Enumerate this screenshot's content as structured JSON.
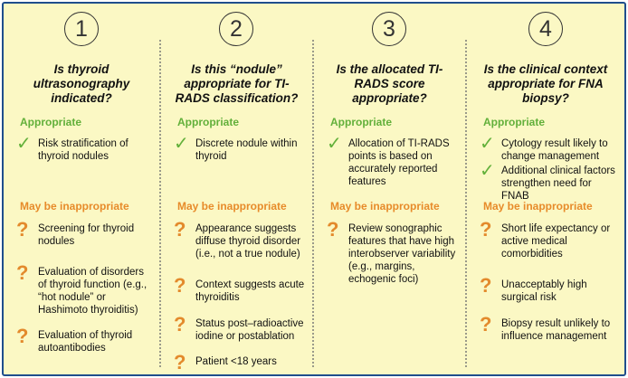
{
  "steps": [
    {
      "num": "1",
      "question": "Is thyroid ultrasonography indicated?",
      "appropriate_label": "Appropriate",
      "appropriate": [
        "Risk stratification of thyroid nodules"
      ],
      "inappropriate_label": "May be inappropriate",
      "inappropriate": [
        "Screening for thyroid nodules",
        "Evaluation of disorders of thyroid function (e.g., “hot nodule” or Hashimoto thyroiditis)",
        "Evaluation of thyroid autoantibodies"
      ]
    },
    {
      "num": "2",
      "question": "Is this “nodule” appropriate for TI-RADS classification?",
      "appropriate_label": "Appropriate",
      "appropriate": [
        "Discrete nodule within thyroid"
      ],
      "inappropriate_label": "May be inappropriate",
      "inappropriate": [
        "Appearance suggests diffuse thyroid disorder (i.e., not a true nodule)",
        "Context suggests acute thyroiditis",
        "Status post–radioactive iodine or postablation",
        "Patient <18 years"
      ]
    },
    {
      "num": "3",
      "question": "Is the allocated TI-RADS score appropriate?",
      "appropriate_label": "Appropriate",
      "appropriate": [
        "Allocation of TI-RADS points is based on accurately reported features"
      ],
      "inappropriate_label": "May be inappropriate",
      "inappropriate": [
        "Review sonographic features that have high interobserver variability (e.g., margins, echogenic foci)"
      ]
    },
    {
      "num": "4",
      "question": "Is the clinical context appropriate for FNA biopsy?",
      "appropriate_label": "Appropriate",
      "appropriate": [
        "Cytology result likely to change management",
        "Additional clinical factors strengthen need for FNAB"
      ],
      "inappropriate_label": "May be inappropriate",
      "inappropriate": [
        "Short life expectancy or active medical comorbidities",
        "Unacceptably high surgical risk",
        "Biopsy result unlikely to influence management"
      ]
    }
  ],
  "icons": {
    "check": "check-icon",
    "question": "question-mark-icon"
  },
  "colors": {
    "appropriate": "#62b03a",
    "inappropriate": "#e78b2a",
    "background": "#fbf8c4",
    "border": "#1f4e8c"
  }
}
